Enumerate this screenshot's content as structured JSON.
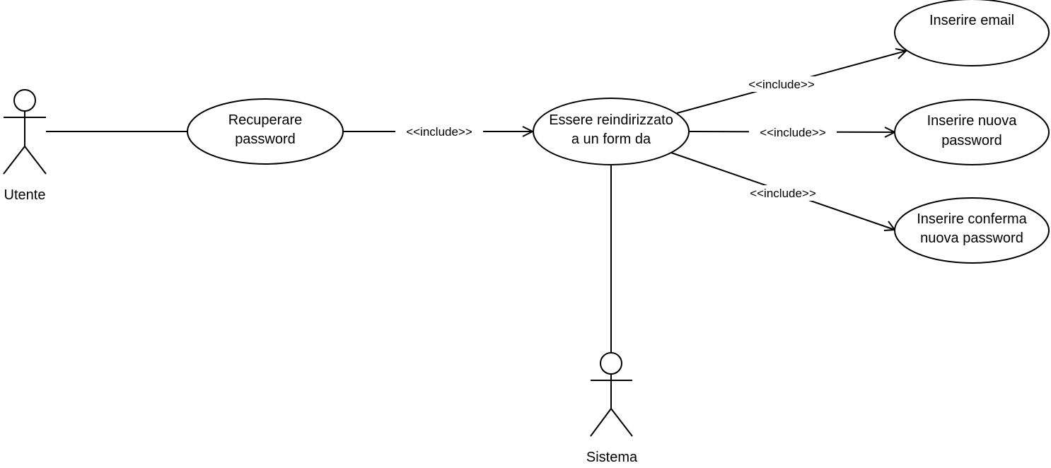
{
  "actors": {
    "utente": {
      "label": "Utente"
    },
    "sistema": {
      "label": "Sistema"
    }
  },
  "use_cases": {
    "recuperare": {
      "line1": "Recuperare",
      "line2": "password"
    },
    "reindirizzato": {
      "line1": "Essere reindirizzato",
      "line2": "a un form da"
    },
    "email": {
      "line1": "Inserire email"
    },
    "nuova": {
      "line1": "Inserire nuova",
      "line2": "password"
    },
    "conferma": {
      "line1": "Inserire conferma",
      "line2": "nuova password"
    }
  },
  "relations": {
    "include_label": "<<include>>"
  }
}
